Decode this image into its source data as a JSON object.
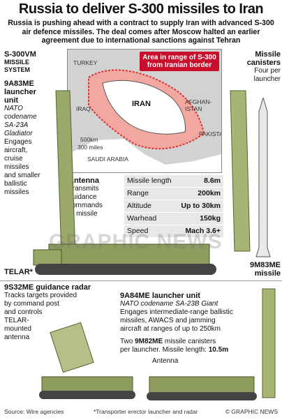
{
  "title": "Russia to deliver S-300 missiles to Iran",
  "intro": "Russia is pushing ahead with a contract to supply Iran with advanced S-300 air defence missiles. The deal comes after Moscow halted an earlier agreement due to international sanctions against Tehran",
  "system": {
    "line1": "S-300VM",
    "line2": "MISSILE",
    "line3": "SYSTEM"
  },
  "launcher": {
    "name1": "9A83ME",
    "name2": "launcher",
    "name3": "unit",
    "nato1": "NATO",
    "nato2": "codename",
    "nato3": "SA-23A",
    "nato4": "Gladiator",
    "d1": "Engages",
    "d2": "aircraft,",
    "d3": "cruise",
    "d4": "missiles",
    "d5": "and smaller",
    "d6": "ballistic",
    "d7": "missiles"
  },
  "map": {
    "callout": "Area in range of S-300 from Iranian border",
    "iran": "IRAN",
    "turkey": "TURKEY",
    "iraq": "IRAQ",
    "afghanistan": "AFGHAN-ISTAN",
    "saudi": "SAUDI ARABIA",
    "pakistan": "PAKISTAN",
    "scale_km": "500km",
    "scale_mi": "300 miles"
  },
  "canisters": {
    "h": "Missile canisters",
    "s": "Four per launcher"
  },
  "antenna": {
    "h": "Antenna",
    "d1": "Transmits",
    "d2": "guidance",
    "d3": "commands",
    "d4": "to missile"
  },
  "specs": [
    {
      "label": "Missile length",
      "value": "8.6m"
    },
    {
      "label": "Range",
      "value": "200km"
    },
    {
      "label": "Altitude",
      "value": "Up to 30km"
    },
    {
      "label": "Warhead",
      "value": "150kg"
    },
    {
      "label": "Speed",
      "value": "Mach 3.6+"
    }
  ],
  "telar": "TELAR*",
  "missile": {
    "l1": "9M83ME",
    "l2": "missile"
  },
  "radar": {
    "h": "9S32ME guidance radar",
    "d1": "Tracks targets provided",
    "d2": "by command post",
    "d3": "and controls",
    "d4": "TELAR-",
    "d5": "mounted",
    "d6": "antenna"
  },
  "l84": {
    "h": "9A84ME launcher unit",
    "nato": "NATO codename SA-23B Giant",
    "d1": "Engages intermediate-range ballistic",
    "d2": "missiles, AWACS and jamming",
    "d3": "aircraft at ranges of up to 250km",
    "c1a": "Two",
    "c1b": "9M82ME",
    "c1c": "missile canisters",
    "c2a": "per launcher. Missile length:",
    "c2b": "10.5m",
    "antenna": "Antenna"
  },
  "watermark": "GRAPHIC NEWS",
  "footer": {
    "source": "Source: Wire agencies",
    "note": "*Transporter erector launcher and radar",
    "credit": "© GRAPHIC NEWS"
  }
}
